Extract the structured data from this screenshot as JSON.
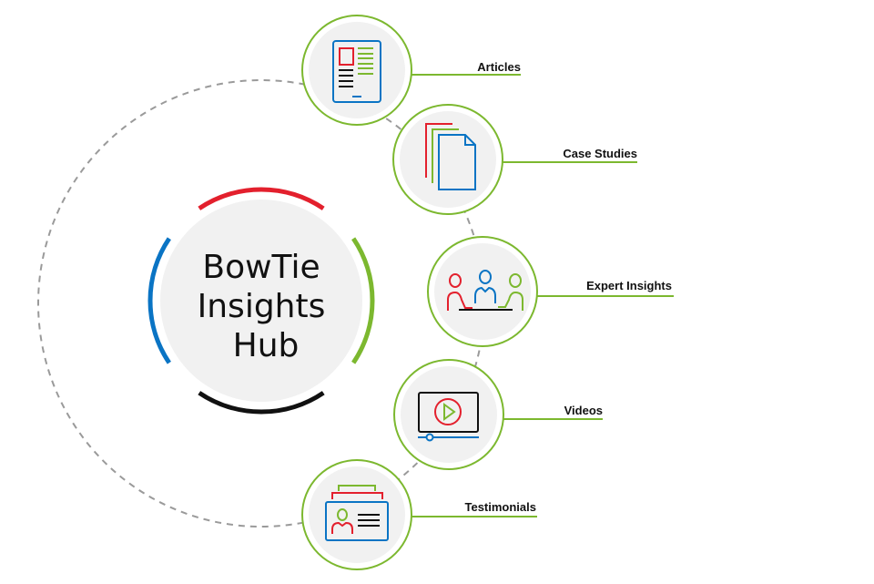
{
  "hub": {
    "lines": [
      "BowTie",
      "Insights",
      "Hub"
    ]
  },
  "colors": {
    "green": "#7cb82f",
    "red": "#e3202d",
    "blue": "#0a74c4",
    "black": "#111111",
    "gray_fill": "#f1f1f1",
    "dash": "#9a9a9a"
  },
  "nodes": [
    {
      "label": "Articles",
      "icon": "tablet-article-icon"
    },
    {
      "label": "Case Studies",
      "icon": "documents-stack-icon"
    },
    {
      "label": "Expert Insights",
      "icon": "people-meeting-icon"
    },
    {
      "label": "Videos",
      "icon": "video-player-icon"
    },
    {
      "label": "Testimonials",
      "icon": "testimonial-card-icon"
    }
  ]
}
